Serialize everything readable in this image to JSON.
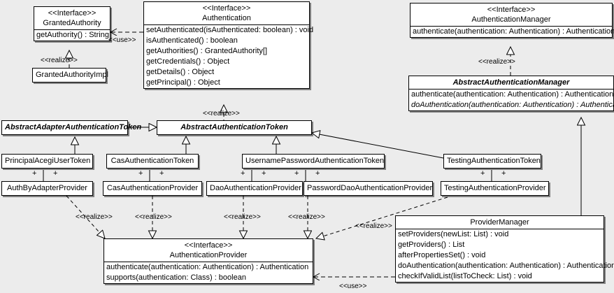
{
  "diagram": {
    "type": "uml-class-diagram",
    "background_color": "#ececec",
    "box_fill": "#ffffff",
    "line_color": "#000000"
  },
  "classes": {
    "granted_authority": {
      "stereotype": "<<Interface>>",
      "name": "GrantedAuthority",
      "members": [
        "getAuthority() : String"
      ]
    },
    "granted_authority_impl": {
      "name": "GrantedAuthorityImpl"
    },
    "authentication": {
      "stereotype": "<<Interface>>",
      "name": "Authentication",
      "members": [
        "setAuthenticated(isAuthenticated: boolean) : void",
        "isAuthenticated() : boolean",
        "getAuthorities() : GrantedAuthority[]",
        "getCredentials() : Object",
        "getDetails() : Object",
        "getPrincipal() : Object"
      ]
    },
    "authentication_manager": {
      "stereotype": "<<Interface>>",
      "name": "AuthenticationManager",
      "members": [
        "authenticate(authentication: Authentication) : Authentication"
      ]
    },
    "abstract_authentication_manager": {
      "name": "AbstractAuthenticationManager",
      "members": [
        "authenticate(authentication: Authentication) : Authentication",
        "doAuthentication(authentication: Authentication) : Authentication"
      ]
    },
    "abstract_adapter_authentication_token": {
      "name": "AbstractAdapterAuthenticationToken"
    },
    "abstract_authentication_token": {
      "name": "AbstractAuthenticationToken"
    },
    "principal_acegi_user_token": {
      "name": "PrincipalAcegiUserToken"
    },
    "cas_authentication_token": {
      "name": "CasAuthenticationToken"
    },
    "username_password_authentication_token": {
      "name": "UsernamePasswordAuthenticationToken"
    },
    "testing_authentication_token": {
      "name": "TestingAuthenticationToken"
    },
    "auth_by_adapter_provider": {
      "name": "AuthByAdapterProvider"
    },
    "cas_authentication_provider": {
      "name": "CasAuthenticationProvider"
    },
    "dao_authentication_provider": {
      "name": "DaoAuthenticationProvider"
    },
    "password_dao_authentication_provider": {
      "name": "PasswordDaoAuthenticationProvider"
    },
    "testing_authentication_provider": {
      "name": "TestingAuthenticationProvider"
    },
    "authentication_provider": {
      "stereotype": "<<Interface>>",
      "name": "AuthenticationProvider",
      "members": [
        "authenticate(authentication: Authentication) : Authentication",
        "supports(authentication: Class) : boolean"
      ]
    },
    "provider_manager": {
      "name": "ProviderManager",
      "members": [
        "setProviders(newList: List) : void",
        "getProviders() : List",
        "afterPropertiesSet() : void",
        "doAuthentication(authentication: Authentication) : Authentication",
        "checkIfValidList(listToCheck: List) : void"
      ]
    }
  },
  "relation_labels": {
    "use_granted_authority": "<<use>>",
    "realize_granted_authority_impl": "<<realize>>",
    "realize_authentication_manager": "<<realize>>",
    "realize_authentication_token": "<<realize>>",
    "realize_auth_by_adapter": "<<realize>>",
    "realize_cas_provider": "<<realize>>",
    "realize_dao_provider": "<<realize>>",
    "realize_password_dao_provider": "<<realize>>",
    "realize_testing_provider": "<<realize>>",
    "use_provider_manager": "<<use>>"
  },
  "multiplicities": {
    "left": "+",
    "right": "+"
  }
}
